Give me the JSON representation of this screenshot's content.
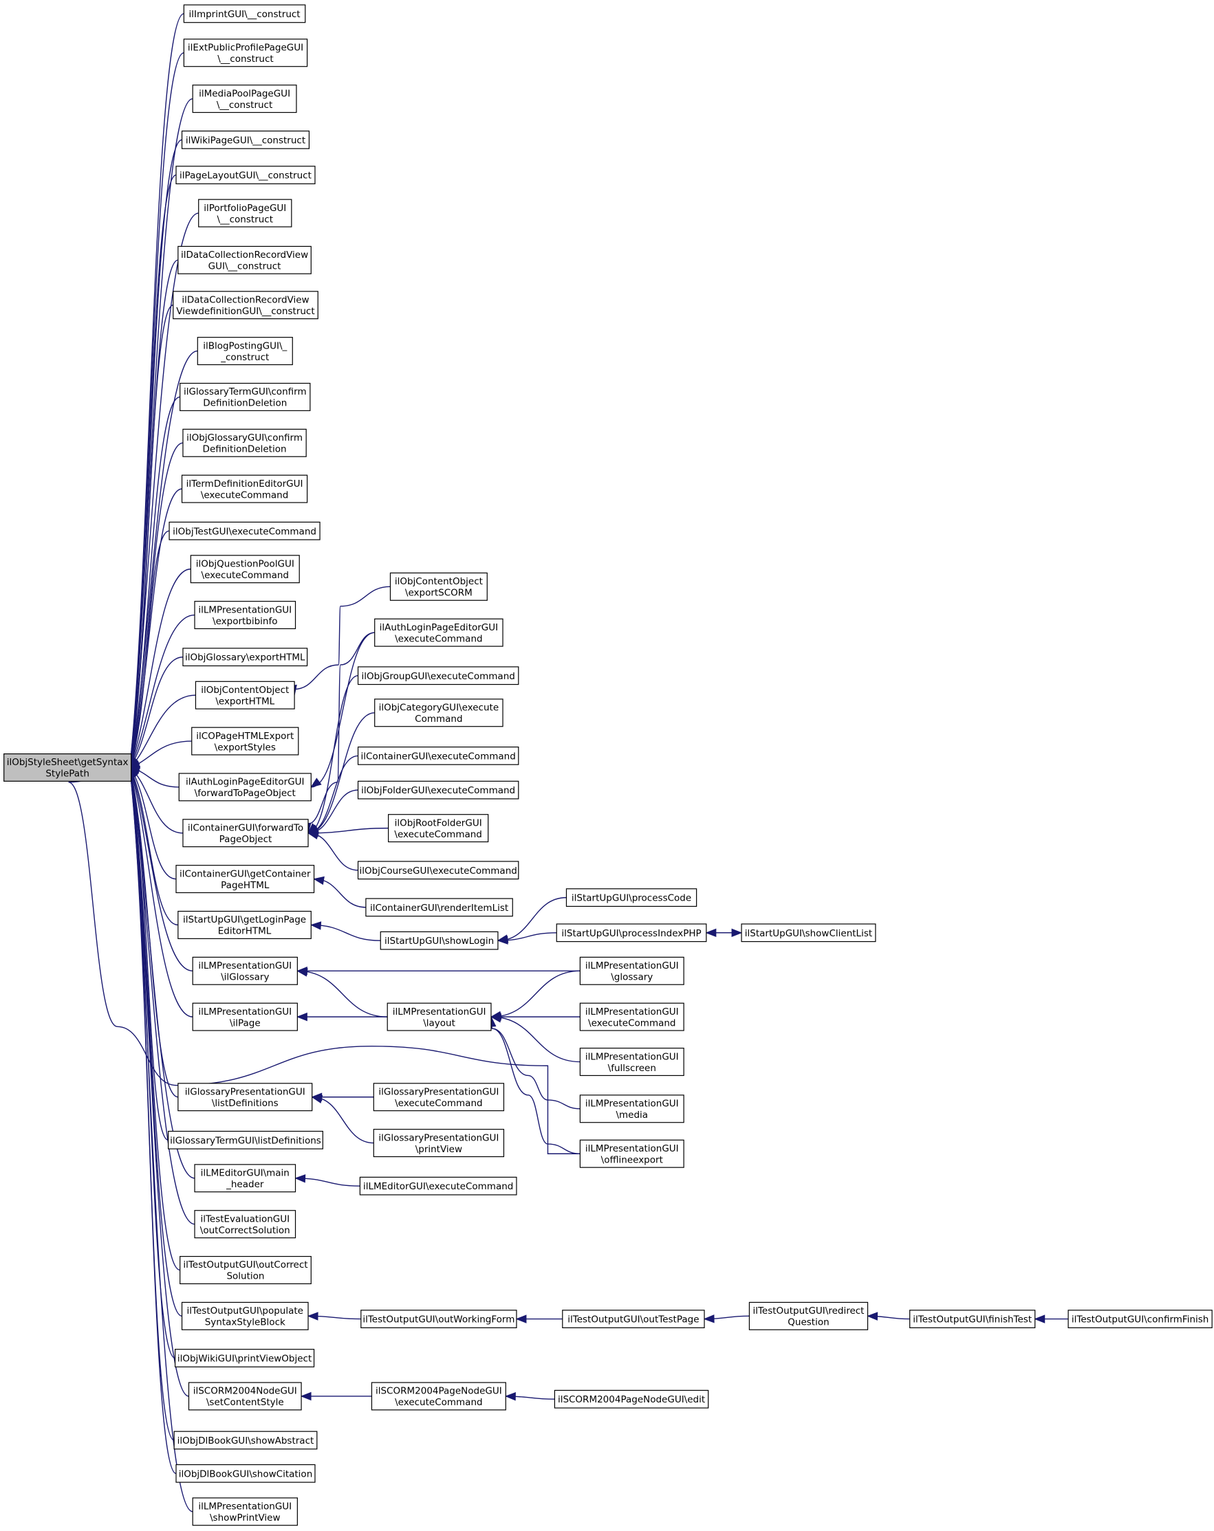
{
  "graph": {
    "root": "n0",
    "nodes": {
      "n0": {
        "lines": [
          "ilObjStyleSheet\\getSyntax",
          "StylePath"
        ]
      },
      "n1": {
        "lines": [
          "ilImprintGUI\\__construct"
        ]
      },
      "n2": {
        "lines": [
          "ilExtPublicProfilePageGUI",
          "\\__construct"
        ]
      },
      "n3": {
        "lines": [
          "ilMediaPoolPageGUI",
          "\\__construct"
        ]
      },
      "n4": {
        "lines": [
          "ilWikiPageGUI\\__construct"
        ]
      },
      "n5": {
        "lines": [
          "ilPageLayoutGUI\\__construct"
        ]
      },
      "n6": {
        "lines": [
          "ilPortfolioPageGUI",
          "\\__construct"
        ]
      },
      "n7": {
        "lines": [
          "ilDataCollectionRecordView",
          "GUI\\__construct"
        ]
      },
      "n8": {
        "lines": [
          "ilDataCollectionRecordView",
          "ViewdefinitionGUI\\__construct"
        ]
      },
      "n9": {
        "lines": [
          "ilBlogPostingGUI\\_",
          "_construct"
        ]
      },
      "n10": {
        "lines": [
          "ilGlossaryTermGUI\\confirm",
          "DefinitionDeletion"
        ]
      },
      "n11": {
        "lines": [
          "ilObjGlossaryGUI\\confirm",
          "DefinitionDeletion"
        ]
      },
      "n12": {
        "lines": [
          "ilTermDefinitionEditorGUI",
          "\\executeCommand"
        ]
      },
      "n13": {
        "lines": [
          "ilObjTestGUI\\executeCommand"
        ]
      },
      "n14": {
        "lines": [
          "ilObjQuestionPoolGUI",
          "\\executeCommand"
        ]
      },
      "n15": {
        "lines": [
          "ilLMPresentationGUI",
          "\\exportbibinfo"
        ]
      },
      "n16": {
        "lines": [
          "ilObjGlossary\\exportHTML"
        ]
      },
      "n17": {
        "lines": [
          "ilObjContentObject",
          "\\exportHTML"
        ]
      },
      "n18": {
        "lines": [
          "ilCOPageHTMLExport",
          "\\exportStyles"
        ]
      },
      "n19": {
        "lines": [
          "ilAuthLoginPageEditorGUI",
          "\\forwardToPageObject"
        ]
      },
      "n20": {
        "lines": [
          "ilContainerGUI\\forwardTo",
          "PageObject"
        ]
      },
      "n21": {
        "lines": [
          "ilContainerGUI\\getContainer",
          "PageHTML"
        ]
      },
      "n22": {
        "lines": [
          "ilStartUpGUI\\getLoginPage",
          "EditorHTML"
        ]
      },
      "n23": {
        "lines": [
          "ilLMPresentationGUI",
          "\\ilGlossary"
        ]
      },
      "n24": {
        "lines": [
          "ilLMPresentationGUI",
          "\\ilPage"
        ]
      },
      "n25": {
        "lines": [
          "ilGlossaryPresentationGUI",
          "\\listDefinitions"
        ]
      },
      "n26": {
        "lines": [
          "ilGlossaryTermGUI\\listDefinitions"
        ]
      },
      "n27": {
        "lines": [
          "ilLMEditorGUI\\main",
          "_header"
        ]
      },
      "n28": {
        "lines": [
          "ilTestEvaluationGUI",
          "\\outCorrectSolution"
        ]
      },
      "n29": {
        "lines": [
          "ilTestOutputGUI\\outCorrect",
          "Solution"
        ]
      },
      "n30": {
        "lines": [
          "ilTestOutputGUI\\populate",
          "SyntaxStyleBlock"
        ]
      },
      "n31": {
        "lines": [
          "ilObjWikiGUI\\printViewObject"
        ]
      },
      "n32": {
        "lines": [
          "ilSCORM2004NodeGUI",
          "\\setContentStyle"
        ]
      },
      "n33": {
        "lines": [
          "ilObjDlBookGUI\\showAbstract"
        ]
      },
      "n34": {
        "lines": [
          "ilObjDlBookGUI\\showCitation"
        ]
      },
      "n35": {
        "lines": [
          "ilLMPresentationGUI",
          "\\showPrintView"
        ]
      },
      "n36": {
        "lines": [
          "ilObjContentObject",
          "\\exportSCORM"
        ]
      },
      "n37": {
        "lines": [
          "ilAuthLoginPageEditorGUI",
          "\\executeCommand"
        ]
      },
      "n38": {
        "lines": [
          "ilObjGroupGUI\\executeCommand"
        ]
      },
      "n39": {
        "lines": [
          "ilObjCategoryGUI\\execute",
          "Command"
        ]
      },
      "n40": {
        "lines": [
          "ilContainerGUI\\executeCommand"
        ]
      },
      "n41": {
        "lines": [
          "ilObjFolderGUI\\executeCommand"
        ]
      },
      "n42": {
        "lines": [
          "ilObjRootFolderGUI",
          "\\executeCommand"
        ]
      },
      "n43": {
        "lines": [
          "ilObjCourseGUI\\executeCommand"
        ]
      },
      "n44": {
        "lines": [
          "ilContainerGUI\\renderItemList"
        ]
      },
      "n45": {
        "lines": [
          "ilStartUpGUI\\showLogin"
        ]
      },
      "n46": {
        "lines": [
          "ilLMPresentationGUI",
          "\\layout"
        ]
      },
      "n47": {
        "lines": [
          "ilGlossaryPresentationGUI",
          "\\executeCommand"
        ]
      },
      "n48": {
        "lines": [
          "ilGlossaryPresentationGUI",
          "\\printView"
        ]
      },
      "n49": {
        "lines": [
          "ilLMEditorGUI\\executeCommand"
        ]
      },
      "n50": {
        "lines": [
          "ilTestOutputGUI\\outWorkingForm"
        ]
      },
      "n51": {
        "lines": [
          "ilSCORM2004PageNodeGUI",
          "\\executeCommand"
        ]
      },
      "n52": {
        "lines": [
          "ilStartUpGUI\\processCode"
        ]
      },
      "n53": {
        "lines": [
          "ilStartUpGUI\\processIndexPHP"
        ]
      },
      "n54": {
        "lines": [
          "ilLMPresentationGUI",
          "\\glossary"
        ]
      },
      "n55": {
        "lines": [
          "ilLMPresentationGUI",
          "\\executeCommand"
        ]
      },
      "n56": {
        "lines": [
          "ilLMPresentationGUI",
          "\\fullscreen"
        ]
      },
      "n57": {
        "lines": [
          "ilLMPresentationGUI",
          "\\media"
        ]
      },
      "n58": {
        "lines": [
          "ilLMPresentationGUI",
          "\\offlineexport"
        ]
      },
      "n59": {
        "lines": [
          "ilTestOutputGUI\\outTestPage"
        ]
      },
      "n60": {
        "lines": [
          "ilSCORM2004PageNodeGUI\\edit"
        ]
      },
      "n61": {
        "lines": [
          "ilStartUpGUI\\showClientList"
        ]
      },
      "n62": {
        "lines": [
          "ilTestOutputGUI\\redirect",
          "Question"
        ]
      },
      "n63": {
        "lines": [
          "ilTestOutputGUI\\finishTest"
        ]
      },
      "n64": {
        "lines": [
          "ilTestOutputGUI\\confirmFinish"
        ]
      }
    },
    "edges": [
      [
        "n1",
        "n0"
      ],
      [
        "n2",
        "n0"
      ],
      [
        "n3",
        "n0"
      ],
      [
        "n4",
        "n0"
      ],
      [
        "n5",
        "n0"
      ],
      [
        "n6",
        "n0"
      ],
      [
        "n7",
        "n0"
      ],
      [
        "n8",
        "n0"
      ],
      [
        "n9",
        "n0"
      ],
      [
        "n10",
        "n0"
      ],
      [
        "n11",
        "n0"
      ],
      [
        "n12",
        "n0"
      ],
      [
        "n13",
        "n0"
      ],
      [
        "n14",
        "n0"
      ],
      [
        "n15",
        "n0"
      ],
      [
        "n16",
        "n0"
      ],
      [
        "n17",
        "n0"
      ],
      [
        "n18",
        "n0"
      ],
      [
        "n19",
        "n0"
      ],
      [
        "n20",
        "n0"
      ],
      [
        "n21",
        "n0"
      ],
      [
        "n22",
        "n0"
      ],
      [
        "n23",
        "n0"
      ],
      [
        "n24",
        "n0"
      ],
      [
        "n25",
        "n0"
      ],
      [
        "n26",
        "n0"
      ],
      [
        "n27",
        "n0"
      ],
      [
        "n28",
        "n0"
      ],
      [
        "n29",
        "n0"
      ],
      [
        "n30",
        "n0"
      ],
      [
        "n31",
        "n0"
      ],
      [
        "n32",
        "n0"
      ],
      [
        "n33",
        "n0"
      ],
      [
        "n34",
        "n0"
      ],
      [
        "n35",
        "n0"
      ],
      [
        "n58",
        "n0"
      ],
      [
        "n36",
        "n17"
      ],
      [
        "n37",
        "n19"
      ],
      [
        "n37",
        "n20"
      ],
      [
        "n38",
        "n20"
      ],
      [
        "n39",
        "n20"
      ],
      [
        "n40",
        "n20"
      ],
      [
        "n41",
        "n20"
      ],
      [
        "n42",
        "n20"
      ],
      [
        "n43",
        "n20"
      ],
      [
        "n44",
        "n21"
      ],
      [
        "n45",
        "n22"
      ],
      [
        "n52",
        "n45"
      ],
      [
        "n53",
        "n45"
      ],
      [
        "n53",
        "n61"
      ],
      [
        "n61",
        "n53"
      ],
      [
        "n46",
        "n23"
      ],
      [
        "n54",
        "n23"
      ],
      [
        "n46",
        "n24"
      ],
      [
        "n54",
        "n46"
      ],
      [
        "n55",
        "n46"
      ],
      [
        "n56",
        "n46"
      ],
      [
        "n57",
        "n46"
      ],
      [
        "n58",
        "n46"
      ],
      [
        "n47",
        "n25"
      ],
      [
        "n48",
        "n25"
      ],
      [
        "n49",
        "n27"
      ],
      [
        "n50",
        "n30"
      ],
      [
        "n59",
        "n50"
      ],
      [
        "n62",
        "n59"
      ],
      [
        "n63",
        "n62"
      ],
      [
        "n64",
        "n63"
      ],
      [
        "n51",
        "n32"
      ],
      [
        "n60",
        "n51"
      ]
    ]
  }
}
